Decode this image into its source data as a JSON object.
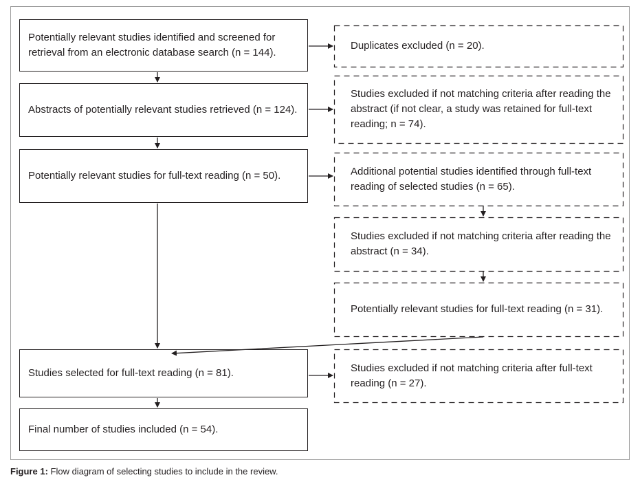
{
  "caption": {
    "label": "Figure 1:",
    "text": " Flow diagram of selecting studies to include in the review."
  },
  "nodes": {
    "identified": "Potentially relevant studies identified and screened for retrieval from an electronic database search (n = 144).",
    "abstracts_retrieved": "Abstracts of potentially relevant studies retrieved (n = 124).",
    "fulltext_candidates": "Potentially relevant studies for full-text reading (n = 50).",
    "selected_fulltext": "Studies selected for full-text reading (n = 81).",
    "final_included": "Final number of studies included (n = 54).",
    "duplicates_excluded": "Duplicates excluded (n = 20).",
    "excluded_abstract": "Studies excluded if not matching criteria after reading the abstract (if not clear, a study was retained for full-text reading; n = 74).",
    "additional_identified": "Additional potential studies identified through full-text reading of selected studies  (n = 65).",
    "excluded_abstract_additional": "Studies excluded if not matching criteria after reading the abstract  (n = 34).",
    "fulltext_additional": "Potentially relevant studies for full-text reading (n = 31).",
    "excluded_fulltext": "Studies excluded if not matching criteria after full-text reading (n = 27)."
  }
}
